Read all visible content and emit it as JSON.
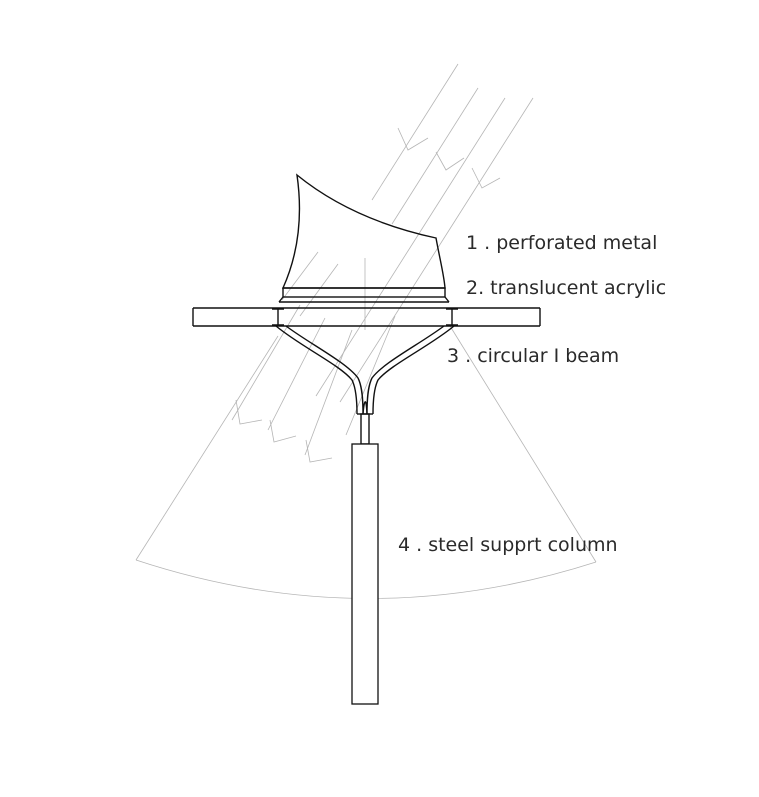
{
  "labels": {
    "perforated_metal": "1 . perforated metal",
    "translucent_acrylic": "2. translucent acrylic",
    "circular_i_beam": "3 . circular I beam",
    "steel_support_column": "4 . steel supprt column"
  },
  "colors": {
    "line": "#111111",
    "guide": "#b5b5b5",
    "text": "#2a2a2a",
    "background": "#ffffff"
  }
}
